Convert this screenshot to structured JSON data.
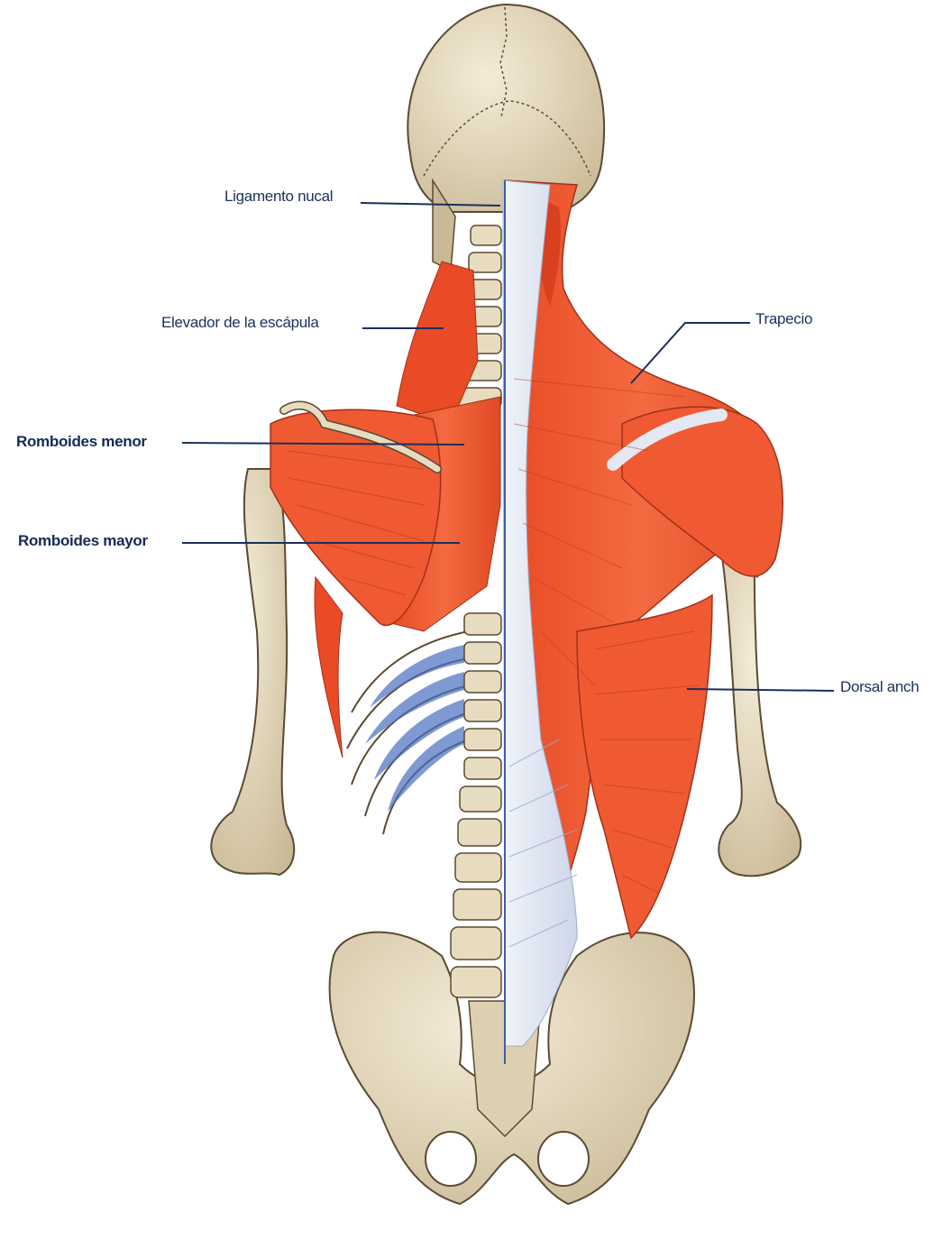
{
  "labels": {
    "ligamento_nucal": "Ligamento nucal",
    "elevador": "Elevador de la escápula",
    "romboides_menor": "Romboides menor",
    "romboides_mayor": "Romboides mayor",
    "trapecio": "Trapecio",
    "dorsal": "Dorsal anch"
  },
  "colors": {
    "muscle": "#ef5a32",
    "muscle_dark": "#d8401f",
    "muscle_light": "#f98a62",
    "bone": "#e8dcc0",
    "bone_shadow": "#b7a784",
    "bone_outline": "#5a4a34",
    "tendon": "#dfe6f2",
    "rib_gap": "#4a6fbf",
    "leader": "#1b2f5c"
  }
}
